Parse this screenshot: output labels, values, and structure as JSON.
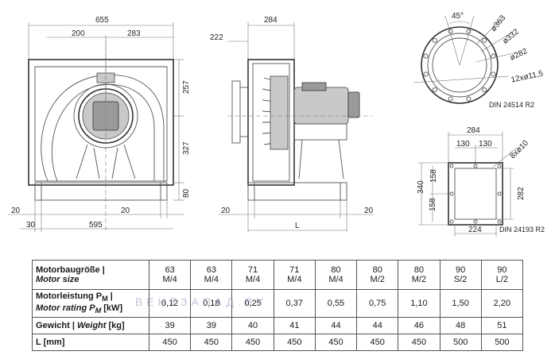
{
  "front_view": {
    "dims": {
      "width_total": "655",
      "left_inner": "200",
      "right_inner": "283",
      "right_upper": "257",
      "right_lower": "327",
      "right_base": "80",
      "bottom_left": "20",
      "bottom_mid": "20",
      "bottom_offset": "30",
      "bottom_span": "595"
    }
  },
  "side_view": {
    "dims": {
      "top_width": "284",
      "inlet_depth": "222",
      "bottom_left": "20",
      "bottom_right": "20",
      "length": "L"
    }
  },
  "flange_round": {
    "dims": {
      "angle": "45°",
      "d1": "ø363",
      "d2": "ø332",
      "d3": "ø282",
      "holes": "12xø11,5"
    },
    "standard": "DIN 24514 R2"
  },
  "flange_rect": {
    "dims": {
      "top": "284",
      "top_left": "130",
      "top_right": "130",
      "holes": "8xø10",
      "left_total": "340",
      "left_upper": "158",
      "left_lower": "158",
      "right": "282",
      "bottom": "224"
    },
    "standard": "DIN 24193 R2"
  },
  "table": {
    "rows": [
      {
        "label_de": "Motorbaugröße |",
        "label_en": "Motor size",
        "values": [
          "63\nM/4",
          "63\nM/4",
          "71\nM/4",
          "71\nM/4",
          "80\nM/4",
          "80\nM/2",
          "80\nM/2",
          "90\nS/2",
          "90\nL/2"
        ]
      },
      {
        "label_de": "Motorleistung P",
        "label_de_sub": "M",
        "label_de_tail": " |",
        "label_en": "Motor rating P",
        "label_en_sub": "M",
        "label_en_tail": " [kW]",
        "values": [
          "0,12",
          "0,18",
          "0,25",
          "0,37",
          "0,55",
          "0,75",
          "1,10",
          "1,50",
          "2,20"
        ]
      },
      {
        "label_de": "Gewicht | ",
        "label_en": "Weight",
        "label_en_tail": " [kg]",
        "values": [
          "39",
          "39",
          "40",
          "41",
          "44",
          "44",
          "46",
          "48",
          "51"
        ]
      },
      {
        "label_de": "L [mm]",
        "values": [
          "450",
          "450",
          "450",
          "450",
          "450",
          "450",
          "450",
          "500",
          "500"
        ]
      }
    ]
  },
  "watermark": "ВЕНТЗАПАД.BY",
  "colors": {
    "line": "#555555",
    "shade": "#c9c9c9",
    "dark_shade": "#9a9a9a"
  }
}
